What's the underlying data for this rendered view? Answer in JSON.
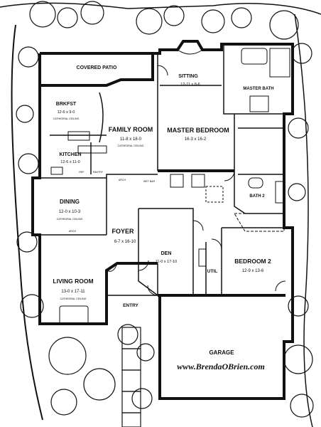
{
  "rooms": {
    "covered_patio": {
      "name": "COVERED PATIO"
    },
    "brkfst": {
      "name": "BRKFST",
      "dims": "12-6 x 9-0",
      "note": "CATHEDRAL CEILING"
    },
    "family_room": {
      "name": "FAMILY ROOM",
      "dims": "11-8 x 18-0",
      "note": "CATHEDRAL CEILING"
    },
    "kitchen": {
      "name": "KITCHEN",
      "dims": "12-6 x 11-0"
    },
    "sitting": {
      "name": "SITTING",
      "dims": "12-11 x 8-6"
    },
    "master_bedroom": {
      "name": "MASTER BEDROOM",
      "dims": "16-3 x 16-2"
    },
    "master_bath": {
      "name": "MASTER BATH"
    },
    "dining": {
      "name": "DINING",
      "dims": "12-0 x 10-3",
      "note": "CATHEDRAL CEILING"
    },
    "foyer": {
      "name": "FOYER",
      "dims": "6-7 x 16-10"
    },
    "den": {
      "name": "DEN",
      "dims": "11-0 x 17-10"
    },
    "util": {
      "name": "UTIL"
    },
    "bedroom2": {
      "name": "BEDROOM 2",
      "dims": "12-9 x 13-6"
    },
    "living_room": {
      "name": "LIVING ROOM",
      "dims": "13-0 x 17-11",
      "note": "CATHEDRAL CEILING"
    },
    "entry": {
      "name": "ENTRY"
    },
    "garage": {
      "name": "GARAGE"
    },
    "bath2": {
      "name": "BATH 2"
    }
  },
  "small_labels": {
    "pantry": "PANTRY",
    "arch1": "ARCH",
    "arch2": "ARCH",
    "ref": "REF",
    "wet_bar": "WET BAR"
  },
  "watermark": "www.BrendaOBrien.com"
}
